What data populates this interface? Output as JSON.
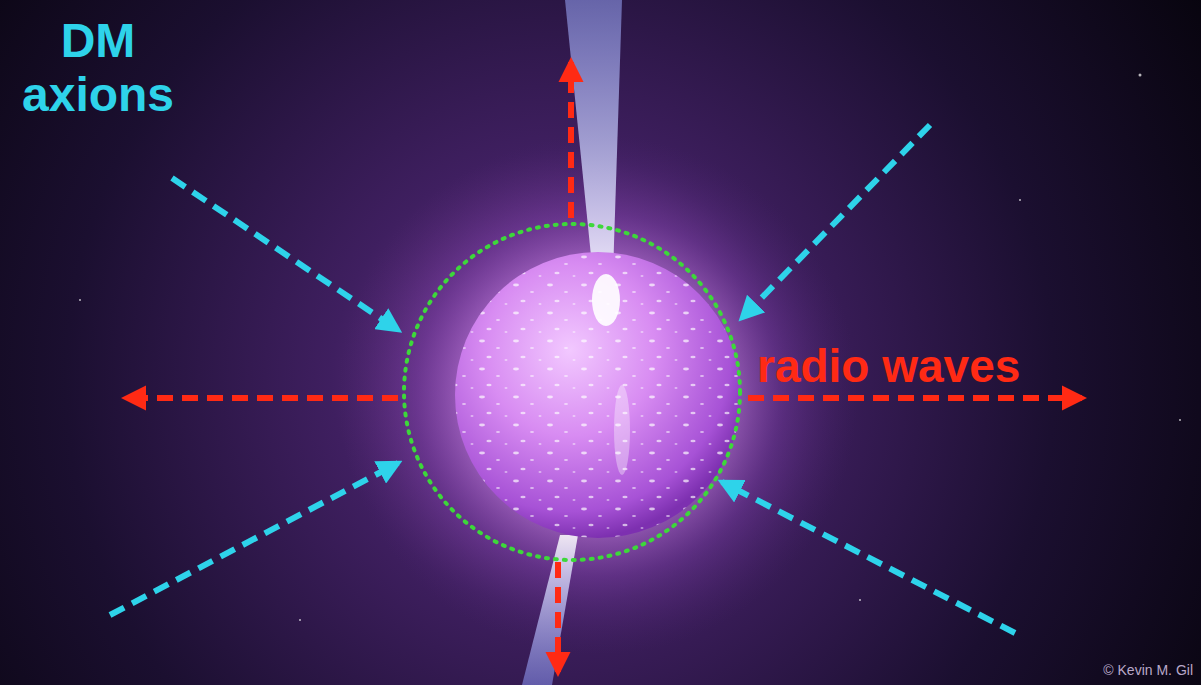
{
  "diagram": {
    "labels": [
      "DM axions",
      "radio waves",
      "© Kevin M. Gil"
    ]
  }
}
